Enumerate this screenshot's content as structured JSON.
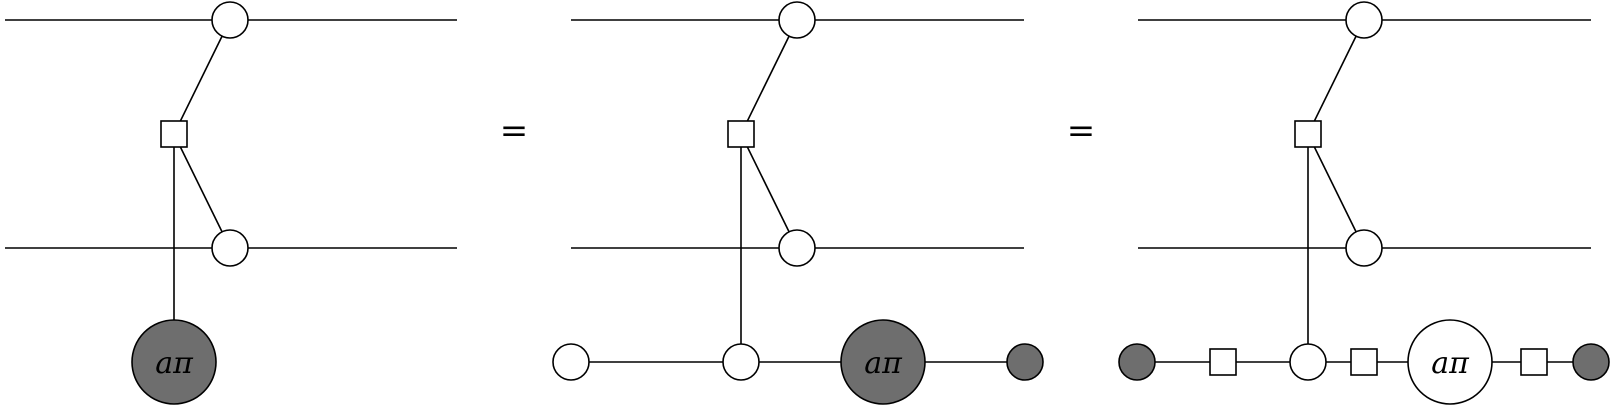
{
  "phase_label": "aπ",
  "equals_sign": "=",
  "colors": {
    "line": "#000000",
    "spider_white": "#ffffff",
    "spider_grey": "#6e6e6e",
    "hadamard_box": "#ffffff"
  },
  "panels": [
    {
      "name": "lhs",
      "phase_spider_color": "grey"
    },
    {
      "name": "middle",
      "phase_spider_color": "grey"
    },
    {
      "name": "rhs",
      "phase_spider_color": "white"
    }
  ]
}
